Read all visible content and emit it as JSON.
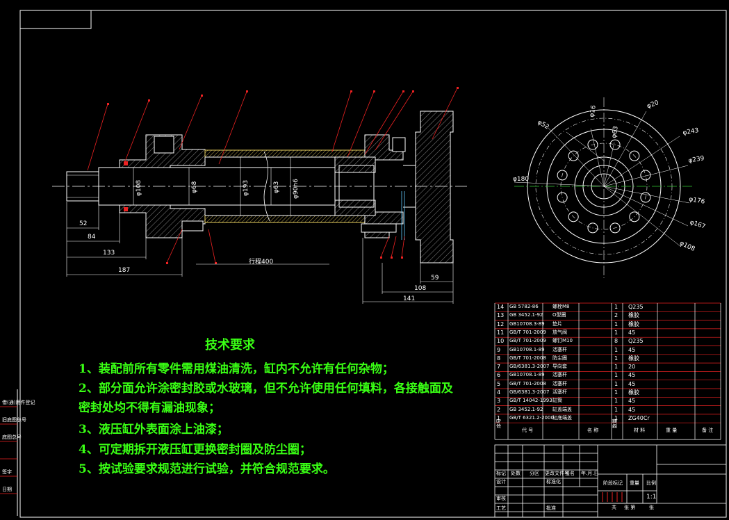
{
  "technical_requirements": {
    "title": "技术要求",
    "items": [
      "1、装配前所有零件需用煤油清洗，缸内不允许有任何杂物；",
      "2、部分面允许涂密封胶或水玻璃，但不允许使用任何填料，各接触面及",
      "密封处均不得有漏油现象；",
      "3、液压缸外表面涂上油漆；",
      "4、可定期拆开液压缸更换密封圈及防尘圈；",
      "5、按试验要求规范进行试验，并符合规范要求。"
    ]
  },
  "section_view": {
    "diameters": [
      "φ108",
      "φ68",
      "φ193",
      "φ63",
      "φ90h6"
    ],
    "dims_horizontal": [
      "52",
      "84",
      "133",
      "187",
      "行程400",
      "59",
      "108",
      "141"
    ]
  },
  "end_view": {
    "diameters": [
      "φ20",
      "φ52",
      "φ16",
      "φ63",
      "φ243",
      "φ239",
      "φ180",
      "φ176",
      "φ167",
      "φ108"
    ]
  },
  "bom": {
    "rows": [
      {
        "no": "14",
        "code": "GB 5782-86",
        "name": "螺栓M8",
        "qty": "1",
        "material": "Q235"
      },
      {
        "no": "13",
        "code": "GB 3452.1-92",
        "name": "O型圈",
        "qty": "2",
        "material": "橡胶"
      },
      {
        "no": "12",
        "code": "GB10708.3-89",
        "name": "垫片",
        "qty": "1",
        "material": "橡胶"
      },
      {
        "no": "11",
        "code": "GB/T 701-2009",
        "name": "放气阀",
        "qty": "1",
        "material": "45"
      },
      {
        "no": "10",
        "code": "GB/T 701-2009",
        "name": "螺钉M10",
        "qty": "8",
        "material": "Q235"
      },
      {
        "no": "9",
        "code": "GB10708.1-89",
        "name": "活塞杆",
        "qty": "1",
        "material": "45"
      },
      {
        "no": "8",
        "code": "GB/T 701-2008",
        "name": "防尘圈",
        "qty": "1",
        "material": "橡胶"
      },
      {
        "no": "7",
        "code": "GB/6381.3-2007",
        "name": "导向套",
        "qty": "1",
        "material": "20"
      },
      {
        "no": "6",
        "code": "GB10708.1-89",
        "name": "活塞杆",
        "qty": "1",
        "material": "45"
      },
      {
        "no": "5",
        "code": "GB/T 701-2008",
        "name": "活塞杆",
        "qty": "1",
        "material": "45"
      },
      {
        "no": "4",
        "code": "GB/6381.3-2007",
        "name": "活塞杆",
        "qty": "1",
        "material": "橡胶"
      },
      {
        "no": "3",
        "code": "GB/T 14042-1993",
        "name": "缸筒",
        "qty": "1",
        "material": "45"
      },
      {
        "no": "2",
        "code": "GB 3452.1-92",
        "name": "缸盖端盖",
        "qty": "1",
        "material": "45"
      },
      {
        "no": "1",
        "code": "GB/T 6321.2-2000",
        "name": "缸底端盖",
        "qty": "1",
        "material": "ZG40Cr"
      }
    ],
    "header": {
      "no": "序号",
      "code": "代 号",
      "name": "名 称",
      "qty": "数量",
      "material": "材 料",
      "weight": "重 量",
      "remark": "备 注"
    }
  },
  "title_block": {
    "labels": [
      "标记",
      "处数",
      "分区",
      "更改文件号",
      "签名",
      "年.月.日",
      "设计",
      "标准化",
      "阶段标记",
      "重量",
      "比例",
      "审核",
      "工艺",
      "批准",
      "共",
      "张 第",
      "张"
    ],
    "scale": "1:1"
  },
  "side_labels": [
    "借(通)用件登记",
    "旧底图总号",
    "底图总号",
    "签字",
    "日期"
  ]
}
